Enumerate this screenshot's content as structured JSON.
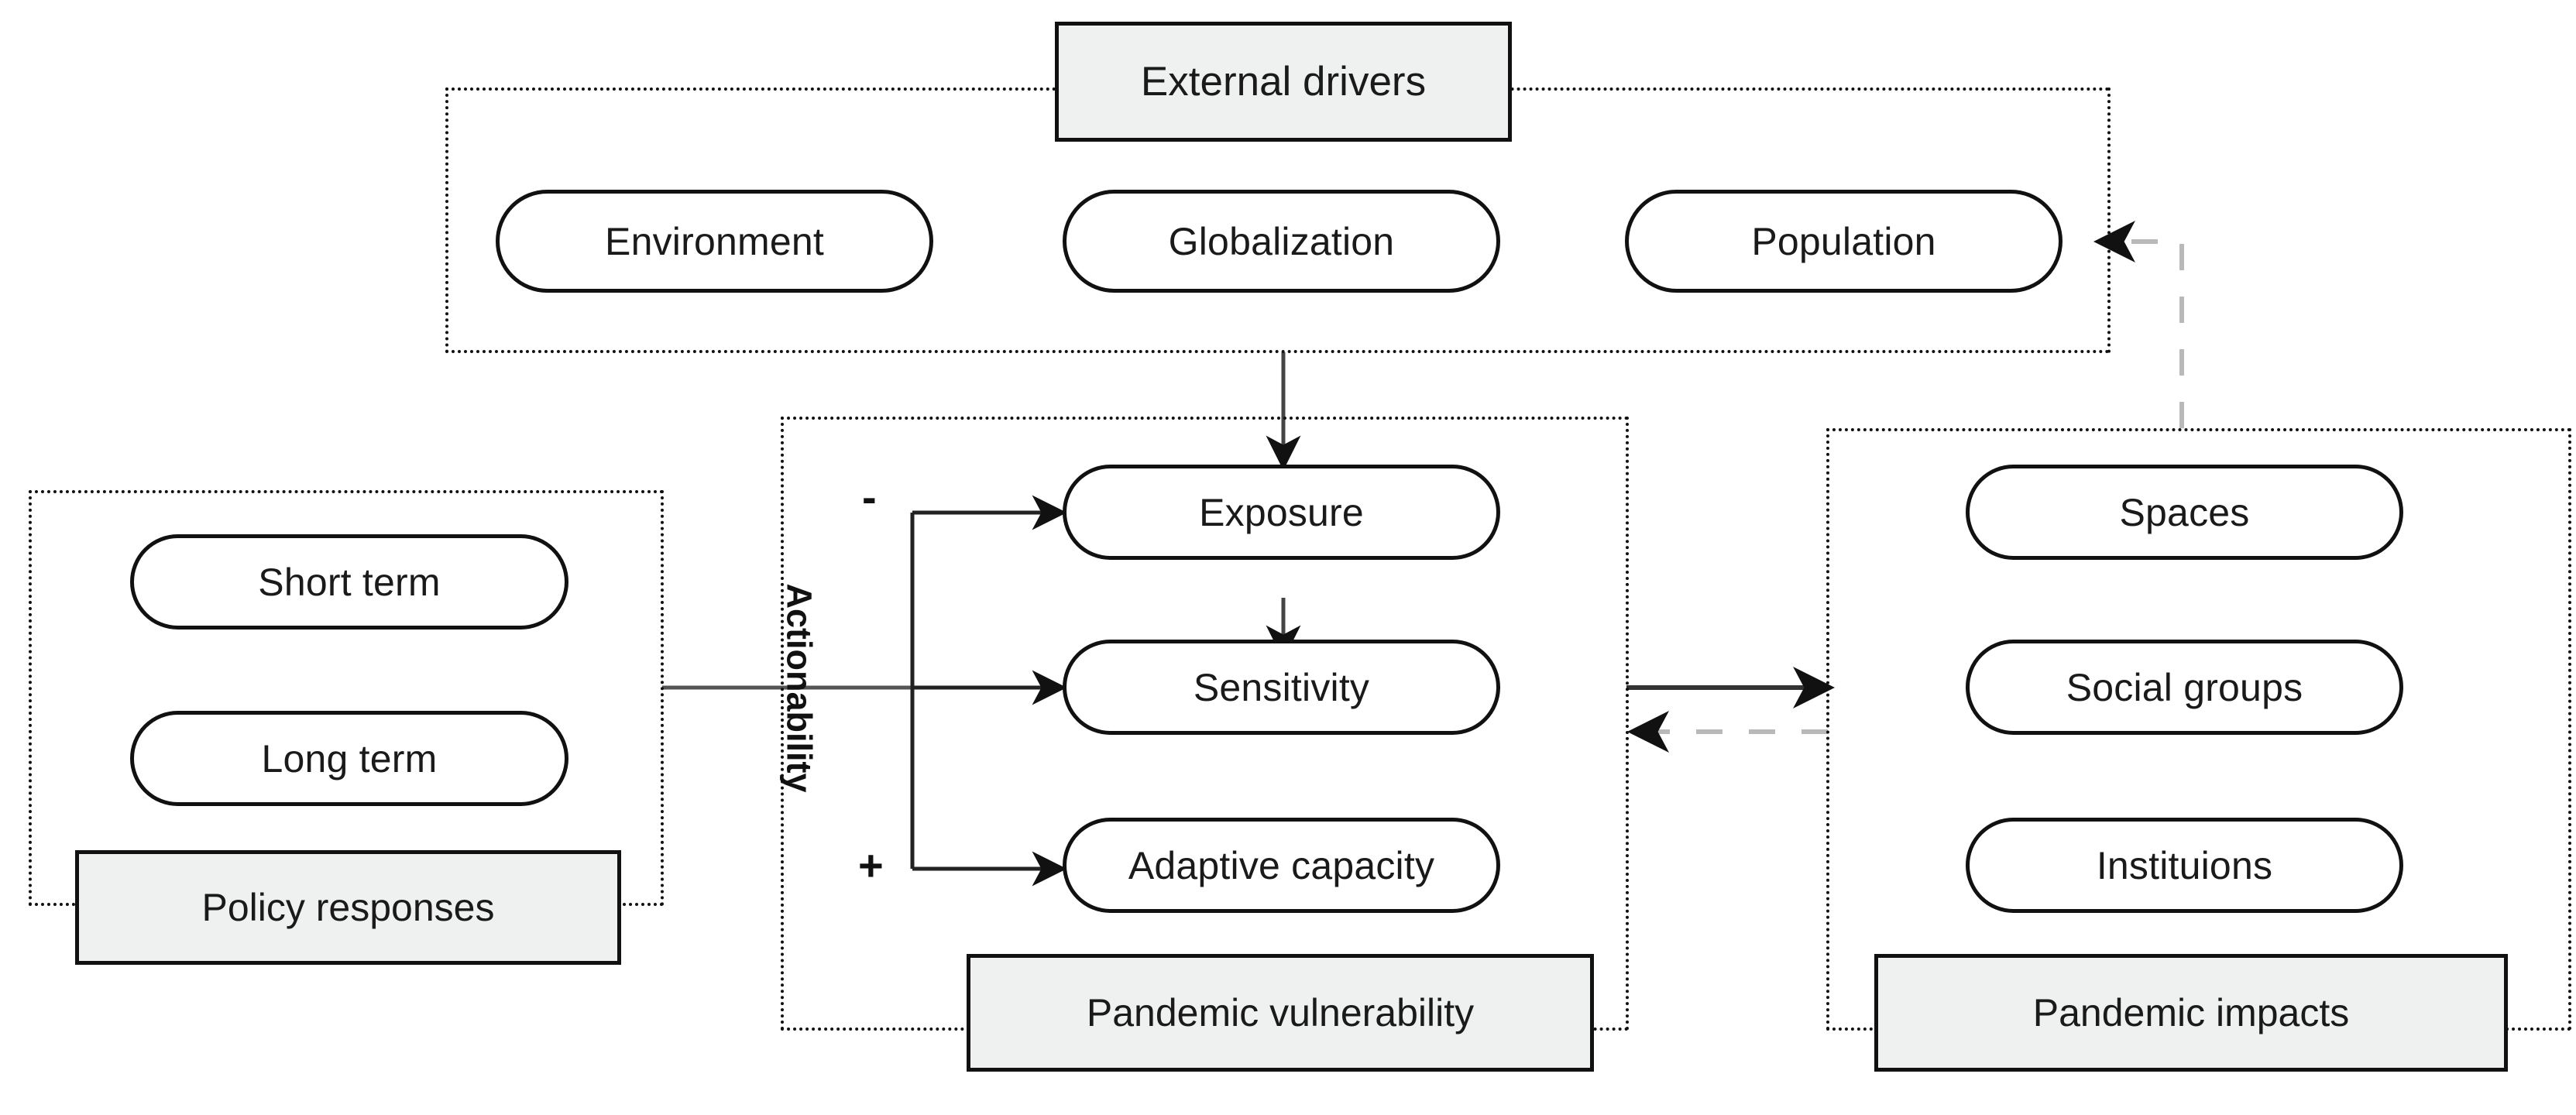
{
  "diagram": {
    "title_hidden": "Pandemic vulnerability conceptual framework",
    "groups": {
      "external_drivers": {
        "caption": "External drivers",
        "nodes": [
          "Environment",
          "Globalization",
          "Population"
        ]
      },
      "policy_responses": {
        "caption": "Policy responses",
        "nodes": [
          "Short term",
          "Long term"
        ]
      },
      "pandemic_vulnerability": {
        "caption": "Pandemic vulnerability",
        "nodes": [
          "Exposure",
          "Sensitivity",
          "Adaptive capacity"
        ],
        "axis_label": "Actionability",
        "axis_top_sign": "-",
        "axis_bottom_sign": "+"
      },
      "pandemic_impacts": {
        "caption": "Pandemic impacts",
        "nodes": [
          "Spaces",
          "Social groups",
          "Instituions"
        ]
      }
    },
    "colors": {
      "stroke": "#111111",
      "caption_fill": "#eff0f0",
      "node_fill": "#ffffff",
      "dashed_feedback": "#b9b9b9",
      "background": "#ffffff"
    }
  }
}
